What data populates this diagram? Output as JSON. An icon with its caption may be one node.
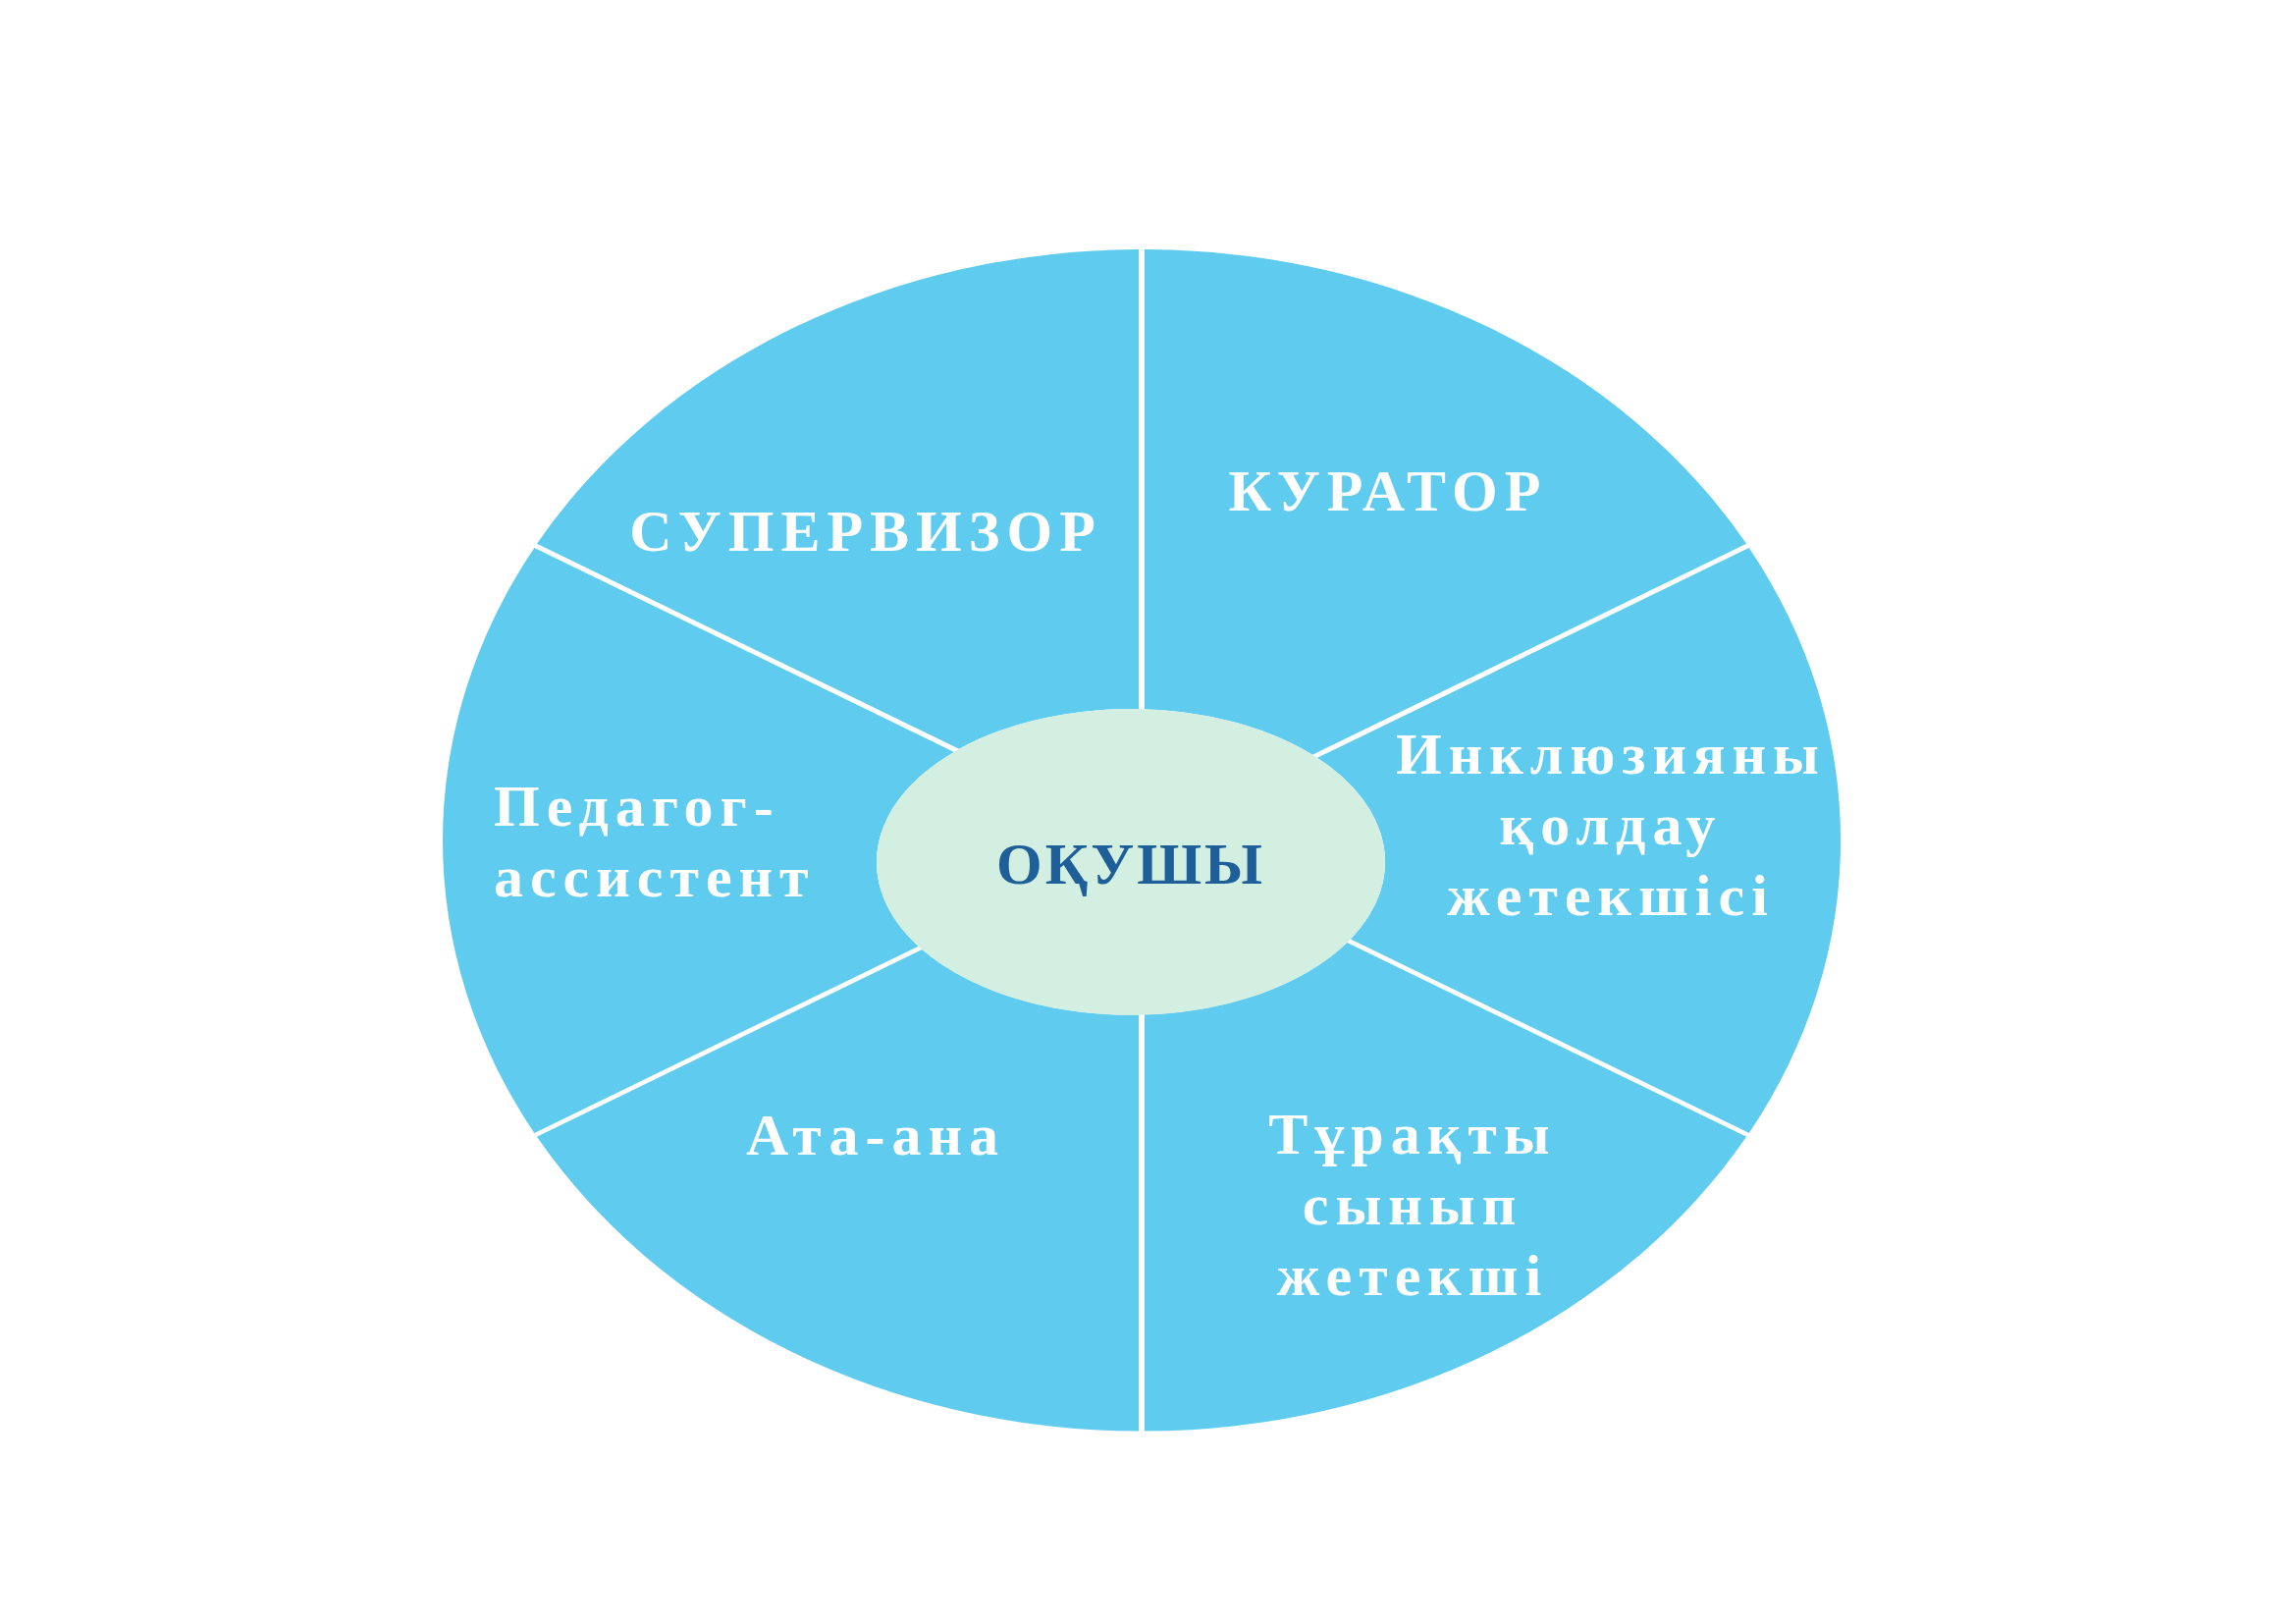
{
  "diagram": {
    "nodes": [
      {
        "text": [
          "СУПЕРВИЗОР"
        ]
      },
      {
        "text": [
          "КУРАТОР"
        ]
      },
      {
        "text": [
          "Педагог-ассистент"
        ]
      },
      {
        "text": [
          "ОҚУШЫ"
        ]
      },
      {
        "text": [
          "Инклюзияны қолдау жетекшісі"
        ]
      },
      {
        "text": [
          "Ата-ана"
        ]
      },
      {
        "text": [
          "Тұрақты сынып жетекші"
        ]
      }
    ]
  }
}
